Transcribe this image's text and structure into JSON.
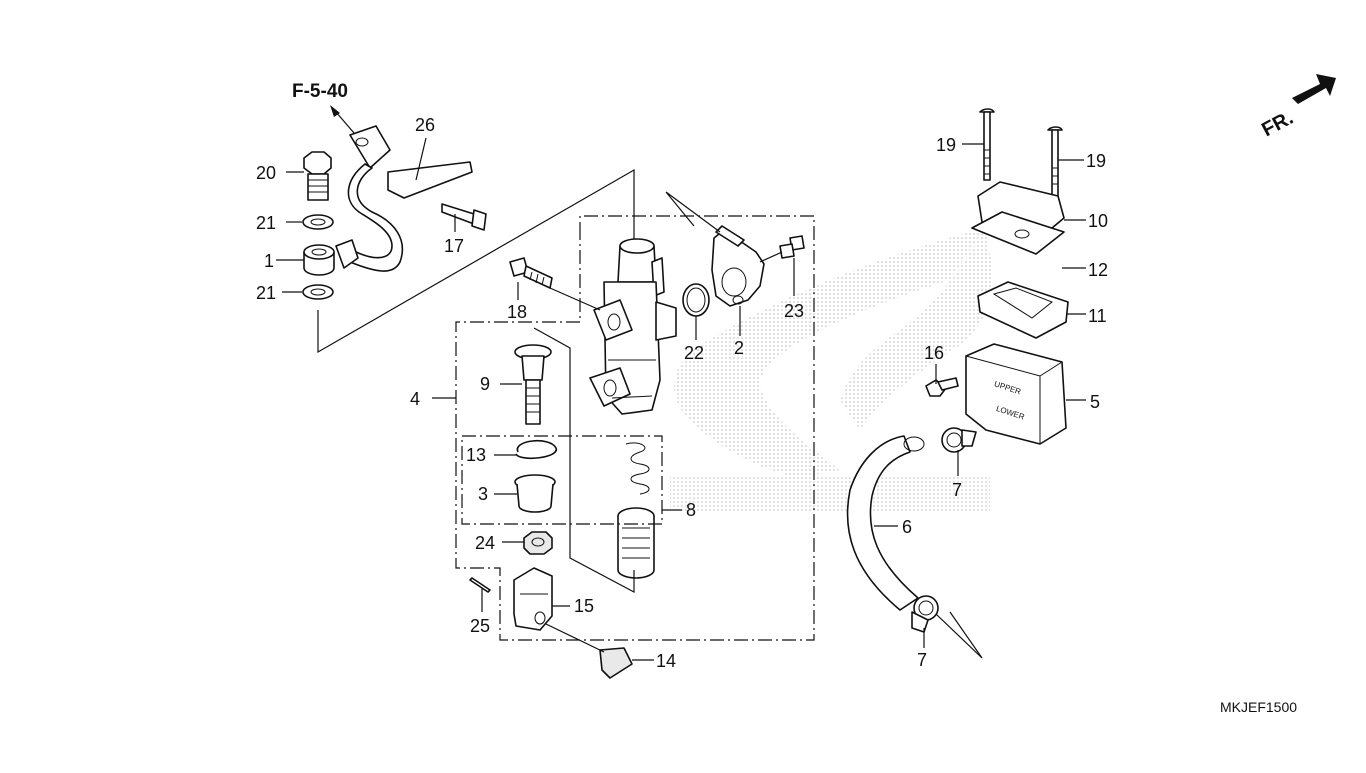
{
  "diagram": {
    "ref_label": "F-5-40",
    "direction_label": "FR.",
    "diagram_code": "MKJEF1500",
    "callouts": {
      "p1": "1",
      "p2": "2",
      "p3": "3",
      "p4": "4",
      "p5": "5",
      "p6": "6",
      "p7a": "7",
      "p7b": "7",
      "p8": "8",
      "p9": "9",
      "p10": "10",
      "p11": "11",
      "p12": "12",
      "p13": "13",
      "p14": "14",
      "p15": "15",
      "p16": "16",
      "p17": "17",
      "p18": "18",
      "p19a": "19",
      "p19b": "19",
      "p20": "20",
      "p21a": "21",
      "p21b": "21",
      "p22": "22",
      "p23": "23",
      "p24": "24",
      "p25": "25",
      "p26": "26"
    },
    "reservoir_text": {
      "upper": "UPPER",
      "lower": "LOWER"
    }
  }
}
